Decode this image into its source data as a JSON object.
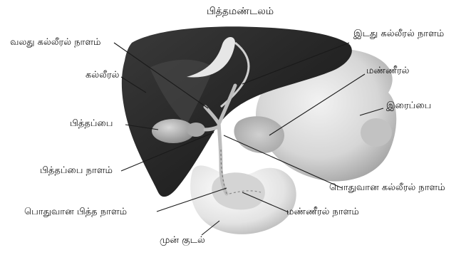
{
  "title": "பித்தமண்டலம்",
  "labels": {
    "right_hepatic_duct": "வலது கல்லீரல் நாளம்",
    "left_hepatic_duct": "இடது கல்லீரல் நாளம்",
    "liver": "கல்லீரல்",
    "pancreas": "மண்ணீரல்",
    "stomach": "இரைப்பை",
    "gallbladder": "பித்தப்பை",
    "cystic_duct": "பித்தப்பை நாளம்",
    "common_hepatic_duct": "பொதுவான கல்லீரல் நாளம்",
    "common_bile_duct": "பொதுவான பித்த நாளம்",
    "pancreatic_duct": "மண்ணீரல் நாளம்",
    "duodenum": "முன் குடல்"
  }
}
